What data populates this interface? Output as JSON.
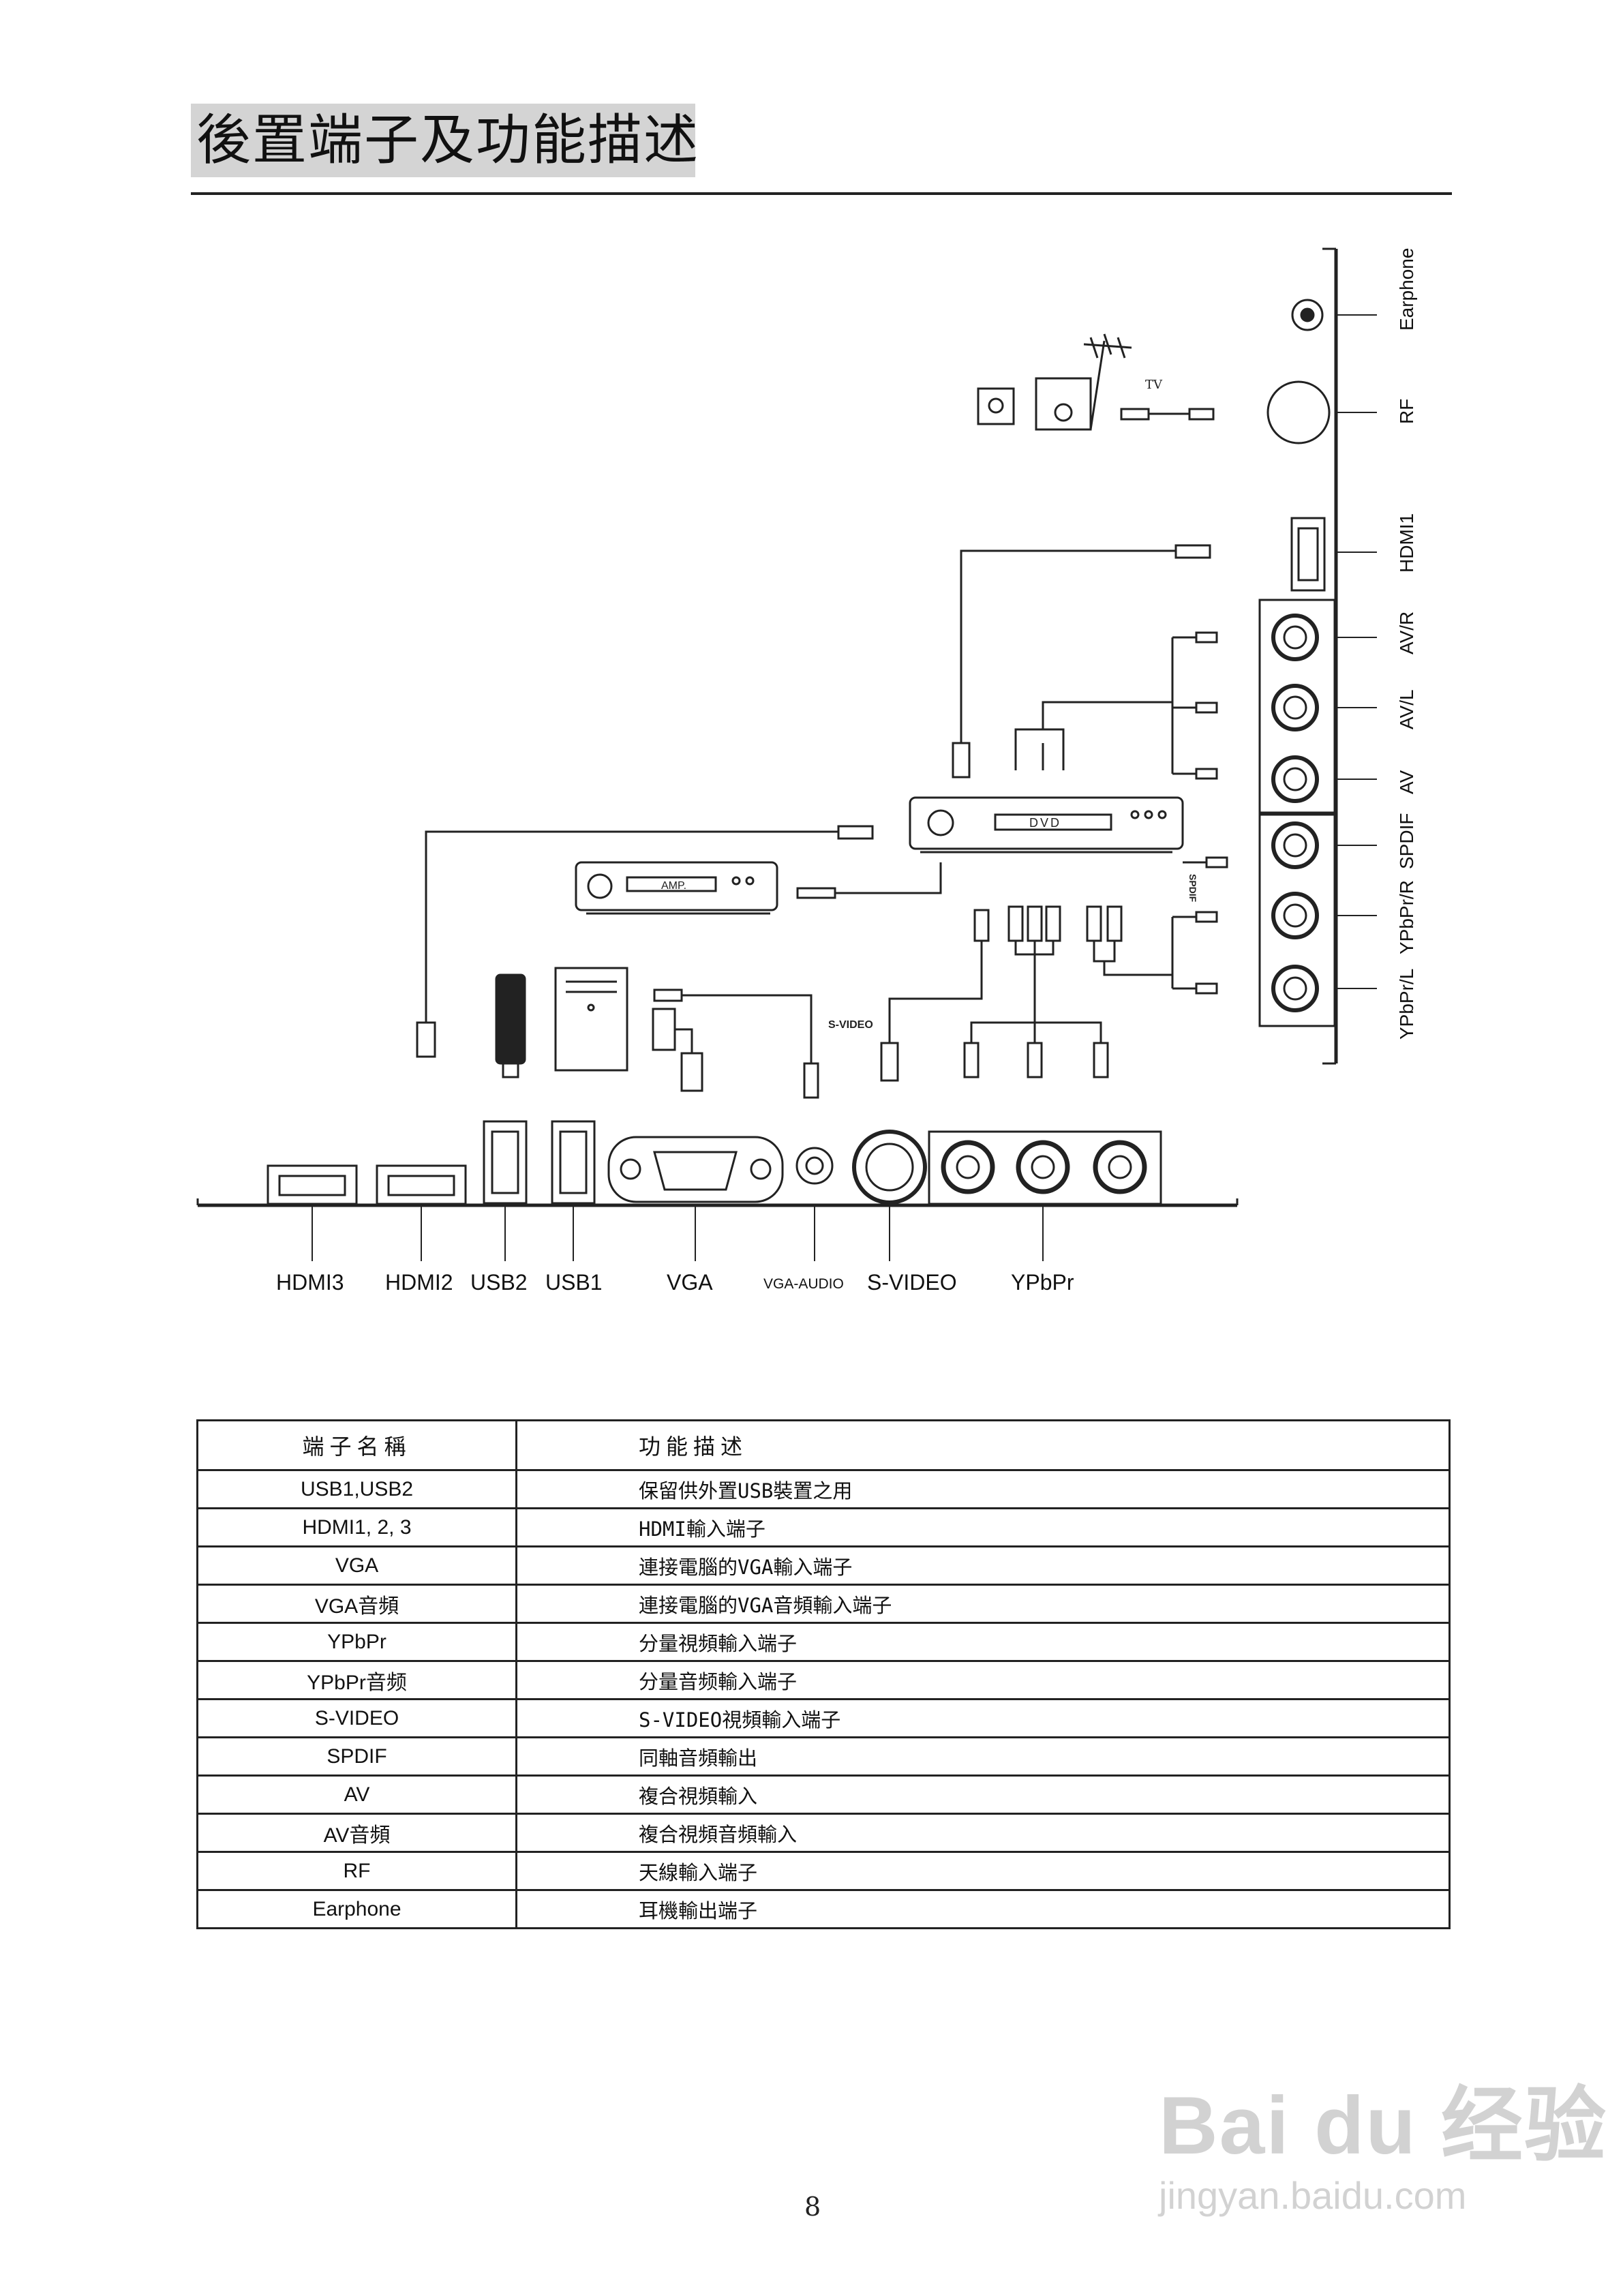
{
  "page": {
    "title": "後置端子及功能描述",
    "page_number": "8"
  },
  "diagram": {
    "bottom_ports": [
      "HDMI3",
      "HDMI2",
      "USB2",
      "USB1",
      "VGA",
      "VGA-AUDIO",
      "S-VIDEO",
      "YPbPr"
    ],
    "side_ports": [
      "Earphone",
      "RF",
      "HDMI1",
      "AV/R",
      "AV/L",
      "AV",
      "SPDIF",
      "YPbPr/R",
      "YPbPr/L"
    ],
    "device_labels": {
      "tv": "TV",
      "dvd": "DVD",
      "amp": "AMP.",
      "spdif_cable": "SPDIF",
      "svideo_cable": "S-VIDEO"
    }
  },
  "table": {
    "headers": [
      "端子名稱",
      "功能描述"
    ],
    "rows": [
      [
        "USB1,USB2",
        "保留供外置USB裝置之用"
      ],
      [
        "HDMI1, 2, 3",
        "HDMI輸入端子"
      ],
      [
        "VGA",
        "連接電腦的VGA輸入端子"
      ],
      [
        "VGA音頻",
        "連接電腦的VGA音頻輸入端子"
      ],
      [
        "YPbPr",
        "分量視頻輸入端子"
      ],
      [
        "YPbPr音频",
        "分量音频輸入端子"
      ],
      [
        "S-VIDEO",
        "S-VIDEO視頻輸入端子"
      ],
      [
        "SPDIF",
        "同軸音頻輸出"
      ],
      [
        "AV",
        "複合視頻輸入"
      ],
      [
        "AV音頻",
        "複合視頻音頻輸入"
      ],
      [
        "RF",
        "天線輸入端子"
      ],
      [
        "Earphone",
        "耳機輸出端子"
      ]
    ]
  },
  "watermark": {
    "brand": "Bai du 经验",
    "url": "jingyan.baidu.com"
  }
}
